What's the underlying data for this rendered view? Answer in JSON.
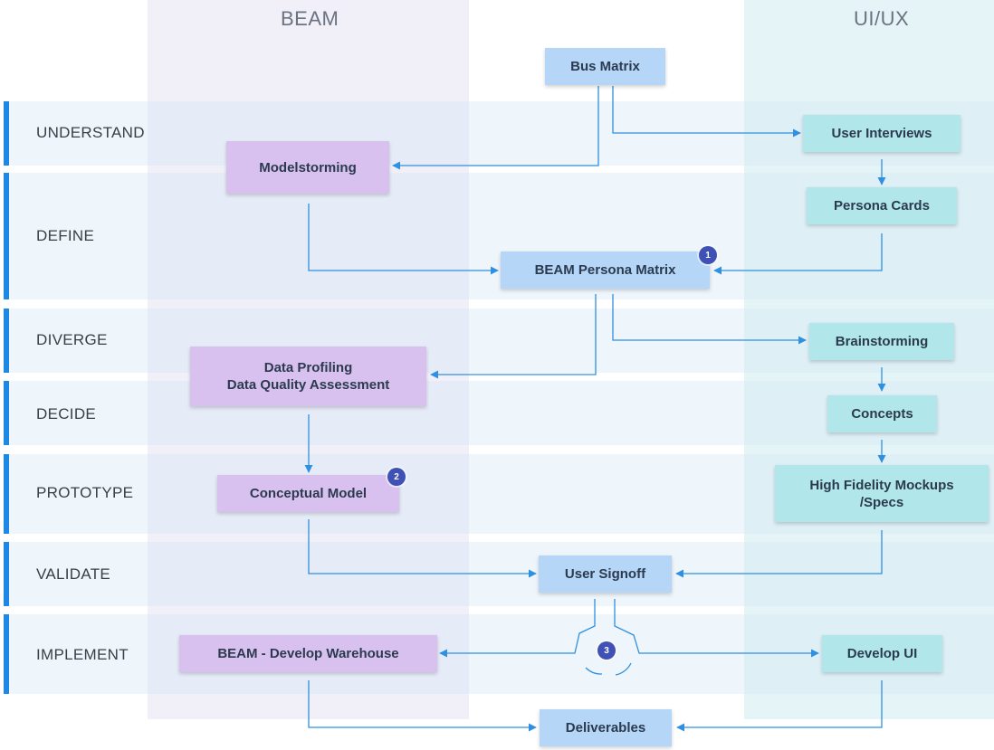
{
  "columns": {
    "beam": "BEAM",
    "uiux": "UI/UX"
  },
  "phases": {
    "understand": "UNDERSTAND",
    "define": "DEFINE",
    "diverge": "DIVERGE",
    "decide": "DECIDE",
    "prototype": "PROTOTYPE",
    "validate": "VALIDATE",
    "implement": "IMPLEMENT"
  },
  "nodes": {
    "bus_matrix": "Bus Matrix",
    "user_interviews": "User Interviews",
    "modelstorming": "Modelstorming",
    "persona_cards": "Persona Cards",
    "beam_persona_matrix": "BEAM Persona Matrix",
    "brainstorming": "Brainstorming",
    "data_profiling_line1": "Data Profiling",
    "data_profiling_line2": "Data Quality Assessment",
    "concepts": "Concepts",
    "conceptual_model": "Conceptual Model",
    "hifi_line1": "High Fidelity Mockups",
    "hifi_line2": "/Specs",
    "user_signoff": "User Signoff",
    "beam_develop": "BEAM - Develop Warehouse",
    "develop_ui": "Develop UI",
    "deliverables": "Deliverables"
  },
  "badges": {
    "one": "1",
    "two": "2",
    "three": "3"
  },
  "colors": {
    "accent": "#1e88e5",
    "arrow": "#2f8fe0",
    "badge": "#3f51b5",
    "node_blue": "#b6d6f7",
    "node_purple": "#d9c1ef",
    "node_teal": "#b1e7ea"
  }
}
